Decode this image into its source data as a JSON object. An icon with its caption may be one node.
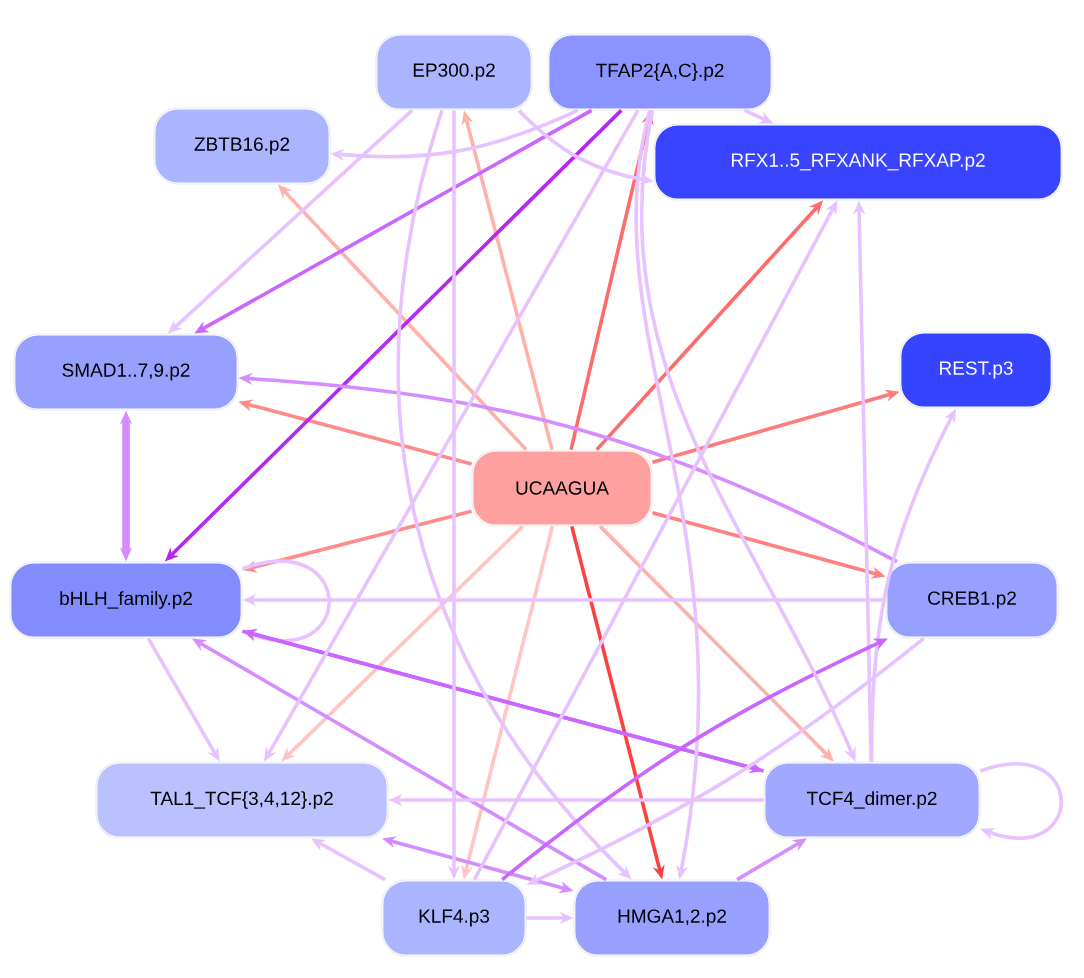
{
  "diagram": {
    "nodes": [
      {
        "text": [
          "UCAAGUA"
        ]
      },
      {
        "text": [
          "EP300.p2"
        ]
      },
      {
        "text": [
          "TFAP2{A,C}.p2"
        ]
      },
      {
        "text": [
          "ZBTB16.p2"
        ]
      },
      {
        "text": [
          "RFX1..5_RFXANK_RFXAP.p2"
        ]
      },
      {
        "text": [
          "SMAD1..7,9.p2"
        ]
      },
      {
        "text": [
          "REST.p3"
        ]
      },
      {
        "text": [
          "bHLH_family.p2"
        ]
      },
      {
        "text": [
          "CREB1.p2"
        ]
      },
      {
        "text": [
          "TAL1_TCF{3,4,12}.p2"
        ]
      },
      {
        "text": [
          "TCF4_dimer.p2"
        ]
      },
      {
        "text": [
          "KLF4.p3"
        ]
      },
      {
        "text": [
          "HMGA1,2.p2"
        ]
      }
    ],
    "edges": [
      {
        "from": 0,
        "to": 1,
        "arrow": "to",
        "color": "#ffb0a8"
      },
      {
        "from": 0,
        "to": 2,
        "arrow": "to",
        "color": "#ff6a6a"
      },
      {
        "from": 0,
        "to": 3,
        "arrow": "to",
        "color": "#ffb0a8"
      },
      {
        "from": 0,
        "to": 4,
        "arrow": "to",
        "color": "#ff6a6a"
      },
      {
        "from": 0,
        "to": 5,
        "arrow": "to",
        "color": "#ff8a8a"
      },
      {
        "from": 0,
        "to": 6,
        "arrow": "to",
        "color": "#ff7a7a"
      },
      {
        "from": 0,
        "to": 7,
        "arrow": "to",
        "color": "#ff8a8a"
      },
      {
        "from": 0,
        "to": 8,
        "arrow": "to",
        "color": "#ff8080"
      },
      {
        "from": 0,
        "to": 9,
        "arrow": "to",
        "color": "#ffc4c4"
      },
      {
        "from": 0,
        "to": 10,
        "arrow": "to",
        "color": "#ffb0a8"
      },
      {
        "from": 0,
        "to": 11,
        "arrow": "to",
        "color": "#ffc4c4"
      },
      {
        "from": 0,
        "to": 12,
        "arrow": "to",
        "color": "#ff4040"
      },
      {
        "from": 2,
        "to": 7,
        "arrow": "to",
        "color": "#b428f0"
      },
      {
        "from": 2,
        "to": 5,
        "arrow": "to",
        "color": "#c866ff"
      },
      {
        "from": 2,
        "to": 3,
        "arrow": "to"
      },
      {
        "from": 1,
        "to": 4,
        "arrow": "to"
      },
      {
        "from": 2,
        "to": 4,
        "arrow": "to"
      },
      {
        "from": 8,
        "to": 5,
        "arrow": "to",
        "color": "#d48cff"
      },
      {
        "from": 5,
        "to": 7,
        "arrow": "both",
        "style": "thick",
        "color": "#d48cff"
      },
      {
        "from": 7,
        "to": 7,
        "arrow": "to"
      },
      {
        "from": 8,
        "to": 7,
        "arrow": "to"
      },
      {
        "from": 10,
        "to": 7,
        "arrow": "to",
        "color": "#c866ff"
      },
      {
        "from": 12,
        "to": 7,
        "arrow": "to",
        "color": "#d48cff"
      },
      {
        "from": 7,
        "to": 9,
        "arrow": "to"
      },
      {
        "from": 10,
        "to": 9,
        "arrow": "to"
      },
      {
        "from": 12,
        "to": 9,
        "arrow": "both",
        "color": "#d48cff"
      },
      {
        "from": 11,
        "to": 9,
        "arrow": "to"
      },
      {
        "from": 11,
        "to": 12,
        "arrow": "to"
      },
      {
        "from": 12,
        "to": 10,
        "arrow": "to",
        "color": "#d48cff"
      },
      {
        "from": 7,
        "to": 10,
        "arrow": "to",
        "color": "#c866ff"
      },
      {
        "from": 10,
        "to": 6,
        "arrow": "to"
      },
      {
        "from": 10,
        "to": 4,
        "arrow": "to"
      },
      {
        "from": 11,
        "to": 4,
        "arrow": "to"
      },
      {
        "from": 1,
        "to": 11,
        "arrow": "to"
      },
      {
        "from": 1,
        "to": 12,
        "arrow": "to"
      },
      {
        "from": 2,
        "to": 9,
        "arrow": "to"
      },
      {
        "from": 2,
        "to": 12,
        "arrow": "to"
      },
      {
        "from": 11,
        "to": 8,
        "arrow": "to",
        "color": "#c866ff"
      },
      {
        "from": 8,
        "to": 11,
        "arrow": "to"
      },
      {
        "from": 1,
        "to": 5,
        "arrow": "to"
      },
      {
        "from": 2,
        "to": 10,
        "arrow": "to"
      },
      {
        "from": 10,
        "to": 10,
        "arrow": "to"
      }
    ]
  }
}
